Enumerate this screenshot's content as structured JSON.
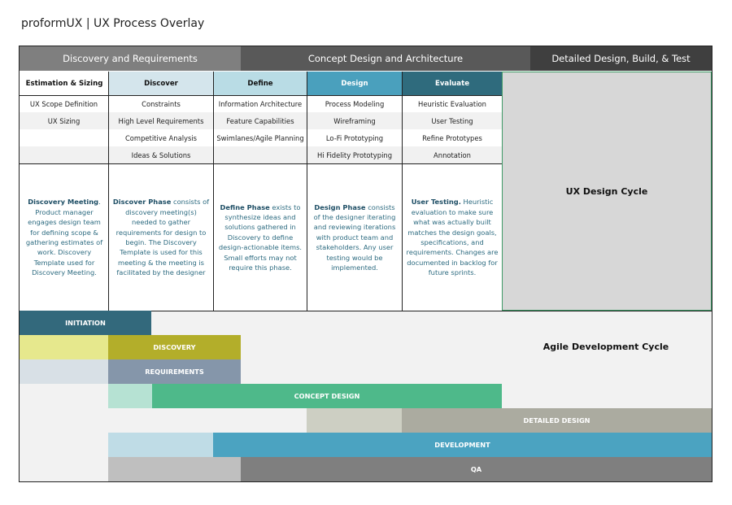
{
  "title": "proformUX  | UX Process Overlay",
  "phases": [
    {
      "label": "Discovery and Requirements",
      "color": "#7f7f7f"
    },
    {
      "label": "Concept Design and Architecture",
      "color": "#595959"
    },
    {
      "label": "Detailed Design, Build, & Test",
      "color": "#3f3f3f"
    }
  ],
  "columns": [
    {
      "header": "Estimation & Sizing",
      "header_bg": "#ffffff",
      "header_fg": "#111111",
      "items": [
        "UX Scope Definition",
        "UX Sizing",
        "",
        ""
      ],
      "desc_title": "Discovery Meeting",
      "desc_body": ". Product manager engages design team for defining scope & gathering estimates of work. Discovery Template used for Discovery Meeting."
    },
    {
      "header": "Discover",
      "header_bg": "#d4e5ec",
      "header_fg": "#111111",
      "items": [
        "Constraints",
        "High Level Requirements",
        "Competitive Analysis",
        "Ideas & Solutions"
      ],
      "desc_title": "Discover Phase",
      "desc_body": " consists of discovery meeting(s) needed to gather requirements for design to begin. The Discovery Template is used for this meeting & the meeting is facilitated by the designer"
    },
    {
      "header": "Define",
      "header_bg": "#b9dce5",
      "header_fg": "#111111",
      "items": [
        "Information Architecture",
        "Feature Capabilities",
        "Swimlanes/Agile Planning",
        ""
      ],
      "desc_title": "Define Phase",
      "desc_body": " exists to synthesize ideas and solutions gathered in Discovery to define design-actionable items. Small efforts may not require this phase."
    },
    {
      "header": "Design",
      "header_bg": "#4aa0bd",
      "header_fg": "#ffffff",
      "items": [
        "Process Modeling",
        "Wireframing",
        "Lo-Fi Prototyping",
        "Hi Fidelity Prototyping"
      ],
      "desc_title": "Design Phase",
      "desc_body": " consists of the designer iterating and reviewing iterations with product team and stakeholders.  Any user testing would be implemented."
    },
    {
      "header": "Evaluate",
      "header_bg": "#2f6b7d",
      "header_fg": "#ffffff",
      "items": [
        "Heuristic Evaluation",
        "User Testing",
        "Refine Prototypes",
        "Annotation"
      ],
      "desc_title": "User Testing.",
      "desc_body": " Heuristic evaluation to make sure what was actually built matches the design goals, specifications, and requirements. Changes are documented in backlog for future sprints."
    }
  ],
  "ux_design_cycle_label": "UX Design Cycle",
  "agile_cycle_label": "Agile Development Cycle",
  "bars": [
    {
      "label": "INITIATION",
      "color": "#33697c",
      "lead_color": ""
    },
    {
      "label": "DISCOVERY",
      "color": "#b3ae2a",
      "lead_color": "#e6e88d"
    },
    {
      "label": "REQUIREMENTS",
      "color": "#8596aa",
      "lead_color": "#d8e0e6"
    },
    {
      "label": "CONCEPT DESIGN",
      "color": "#4eb98a",
      "lead_color": "#b6e2d3"
    },
    {
      "label": "DETAILED DESIGN",
      "color": "#ababa0",
      "lead_color": "#cdcfc3"
    },
    {
      "label": "DEVELOPMENT",
      "color": "#4ba3c1",
      "lead_color": "#bfdce6"
    },
    {
      "label": "QA",
      "color": "#7f7f7f",
      "lead_color": "#bfbfbf"
    }
  ]
}
